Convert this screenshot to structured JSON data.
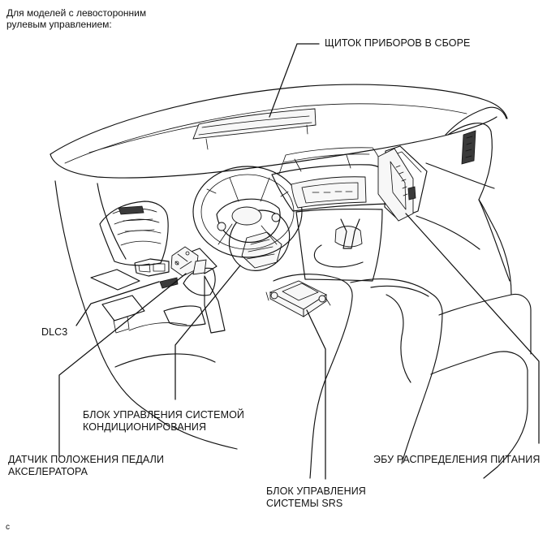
{
  "caption": {
    "line1": "Для моделей с левосторонним",
    "line2": "рулевым управлением:"
  },
  "labels": {
    "instrument_cluster": "ЩИТОК ПРИБОРОВ В СБОРЕ",
    "dlc3": "DLC3",
    "ac_unit_line1": "БЛОК УПРАВЛЕНИЯ СИСТЕМОЙ",
    "ac_unit_line2": "КОНДИЦИОНИРОВАНИЯ",
    "pedal_sensor_line1": "ДАТЧИК ПОЛОЖЕНИЯ ПЕДАЛИ",
    "pedal_sensor_line2": "АКСЕЛЕРАТОРА",
    "power_ecu": "ЭБУ РАСПРЕДЕЛЕНИЯ ПИТАНИЯ",
    "srs_line1": "БЛОК УПРАВЛЕНИЯ",
    "srs_line2": "СИСТЕМЫ SRS"
  },
  "corner_mark": "c"
}
